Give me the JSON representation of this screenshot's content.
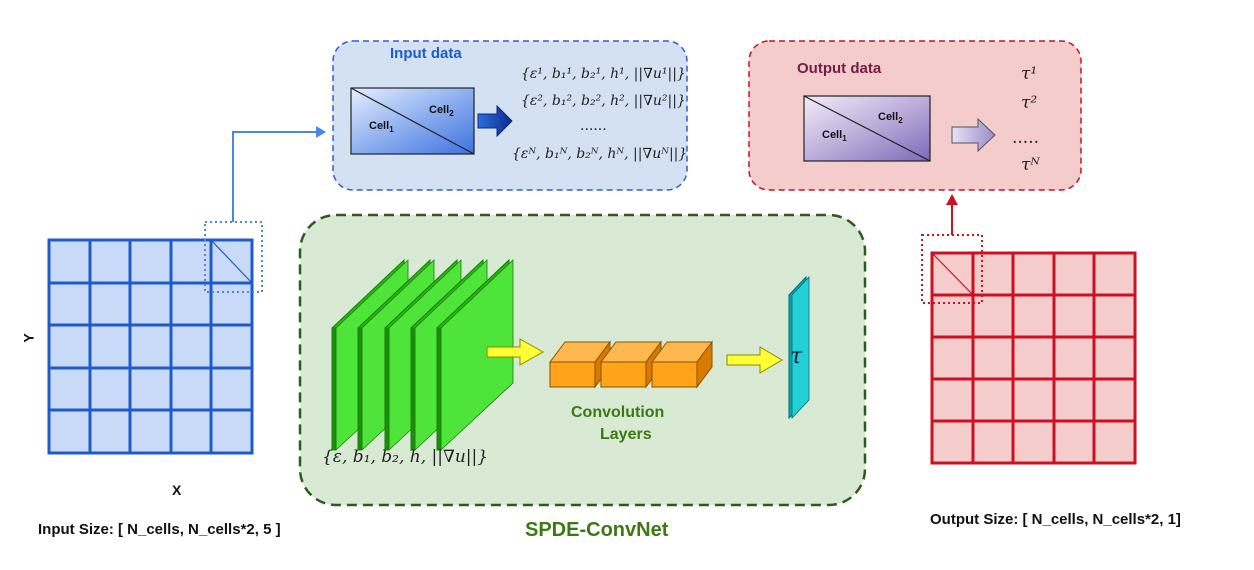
{
  "input_panel": {
    "title": "Input data",
    "cell1": "Cell",
    "cell1_sub": "1",
    "cell2": "Cell",
    "cell2_sub": "2",
    "formula_1": "{ε¹, b₁¹, b₂¹, h¹, ||∇u¹||}",
    "formula_2": "{ε², b₁², b₂², h², ||∇u²||}",
    "formula_dots": "......",
    "formula_n": "{εᴺ, b₁ᴺ, b₂ᴺ, hᴺ, ||∇uᴺ||}"
  },
  "output_panel": {
    "title": "Output data",
    "cell1": "Cell",
    "cell1_sub": "1",
    "cell2": "Cell",
    "cell2_sub": "2",
    "tau_1": "τ¹",
    "tau_2": "τ²",
    "tau_dots": ".....",
    "tau_n": "τᴺ"
  },
  "input_grid": {
    "y_label": "Y",
    "x_label": "X",
    "size_label": "Input Size: [ N_cells, N_cells*2, 5 ]"
  },
  "network": {
    "name": "SPDE-ConvNet",
    "input_formula": "{ε, b₁, b₂, h, ||∇u||}",
    "conv_label_line1": "Convolution",
    "conv_label_line2": "Layers",
    "output_symbol": "τ"
  },
  "output_grid": {
    "size_label": "Output Size: [ N_cells, N_cells*2, 1]"
  },
  "colors": {
    "blue": "#1f5bc6",
    "red": "#cc1122",
    "green_dark": "#2f5a1f",
    "green_text": "#3b7a12"
  }
}
